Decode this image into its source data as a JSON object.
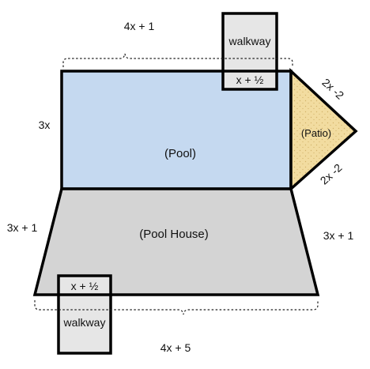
{
  "colors": {
    "pool": "#c5d9f0",
    "pool_house": "#d4d4d4",
    "patio": "#f2dca0",
    "patio_speckle": "#d2b36a",
    "walkway": "#e6e6e6",
    "outline": "#000000"
  },
  "regions": {
    "pool": "(Pool)",
    "pool_house": "(Pool House)",
    "patio": "(Patio)",
    "walkway_top": "walkway",
    "walkway_bottom": "walkway"
  },
  "dimensions": {
    "pool_top": "4x + 1",
    "pool_left": "3x",
    "house_left": "3x + 1",
    "house_right": "3x + 1",
    "house_bottom": "4x + 5",
    "walkway_top_width": "x + ½",
    "walkway_bottom_width": "x + ½",
    "patio_upper": "2x -2",
    "patio_lower": "2x -2"
  }
}
